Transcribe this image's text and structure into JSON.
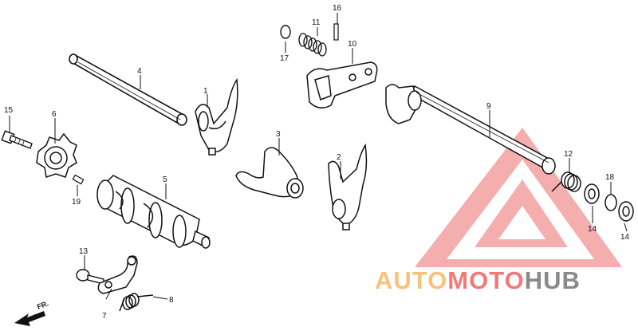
{
  "parts": [
    {
      "ref": "1"
    },
    {
      "ref": "2"
    },
    {
      "ref": "3"
    },
    {
      "ref": "4"
    },
    {
      "ref": "5"
    },
    {
      "ref": "6"
    },
    {
      "ref": "7"
    },
    {
      "ref": "8"
    },
    {
      "ref": "9"
    },
    {
      "ref": "10"
    },
    {
      "ref": "11"
    },
    {
      "ref": "12"
    },
    {
      "ref": "13"
    },
    {
      "ref": "14"
    },
    {
      "ref": "15"
    },
    {
      "ref": "16"
    },
    {
      "ref": "17"
    },
    {
      "ref": "18"
    },
    {
      "ref": "19"
    }
  ],
  "second_14": "14",
  "direction_label": "FR.",
  "watermark": {
    "word_auto": "AUTO",
    "word_moto": "MOTO",
    "word_hub": "HUB",
    "color_auto": "#f7c27a",
    "color_moto": "#f07a7a",
    "color_hub": "#8a8a8a",
    "triangle_color": "#f08080"
  }
}
